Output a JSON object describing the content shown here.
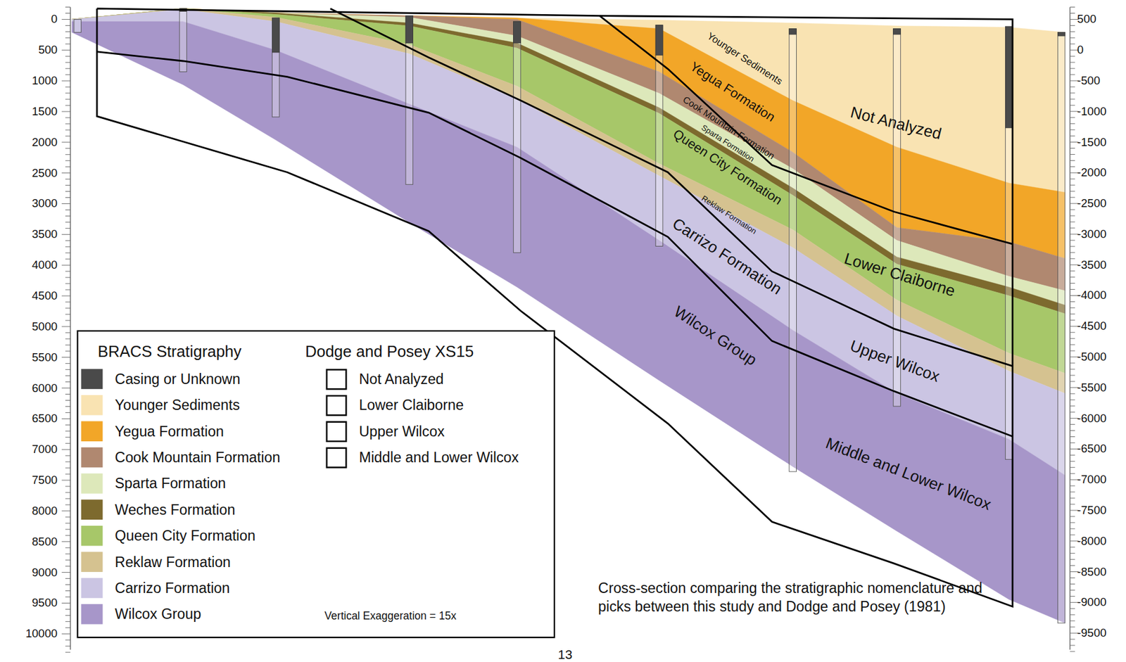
{
  "diagram": {
    "caption": "Cross-section comparing the stratigraphic nomenclature and picks between this study and Dodge and Posey (1981)",
    "labels": [
      "0",
      "500",
      "1000",
      "1500",
      "2000",
      "2500",
      "3000",
      "3500",
      "4000",
      "4500",
      "5000",
      "5500",
      "6000",
      "6500",
      "7000",
      "7500",
      "8000",
      "8500",
      "9000",
      "9500",
      "10000",
      "500",
      "0",
      "-500",
      "-1000",
      "-1500",
      "-2000",
      "-2500",
      "-3000",
      "-3500",
      "-4000",
      "-4500",
      "-5000",
      "-5500",
      "-6000",
      "-6500",
      "-7000",
      "-7500",
      "-8000",
      "-8500",
      "-9000",
      "-9500",
      "Younger Sediments",
      "Yegua Formation",
      "Cook Mountain Formation",
      "Sparta Formation",
      "Queen City Formation",
      "Reklaw Formation",
      "Carrizo Formation",
      "Wilcox Group",
      "Not Analyzed",
      "Lower Claiborne",
      "Upper Wilcox",
      "Middle and Lower Wilcox",
      "BRACS Stratigraphy",
      "Dodge and Posey XS15",
      "Vertical Exaggeration = 15x",
      "13"
    ],
    "legend": [
      {
        "text": "Casing or Unknown",
        "color": "#4a4a4a"
      },
      {
        "text": "Younger Sediments",
        "color": "#f9e3b2"
      },
      {
        "text": "Yegua Formation",
        "color": "#f2a628"
      },
      {
        "text": "Cook Mountain Formation",
        "color": "#b08870"
      },
      {
        "text": "Sparta Formation",
        "color": "#dde8ba"
      },
      {
        "text": "Weches Formation",
        "color": "#7d6a2e"
      },
      {
        "text": "Queen City Formation",
        "color": "#a7c769"
      },
      {
        "text": "Reklaw Formation",
        "color": "#d5c290"
      },
      {
        "text": "Carrizo Formation",
        "color": "#cbc5e3"
      },
      {
        "text": "Wilcox Group",
        "color": "#a796c9"
      },
      {
        "text": "Not Analyzed"
      },
      {
        "text": "Lower Claiborne"
      },
      {
        "text": "Upper Wilcox"
      },
      {
        "text": "Middle and Lower Wilcox"
      }
    ]
  }
}
